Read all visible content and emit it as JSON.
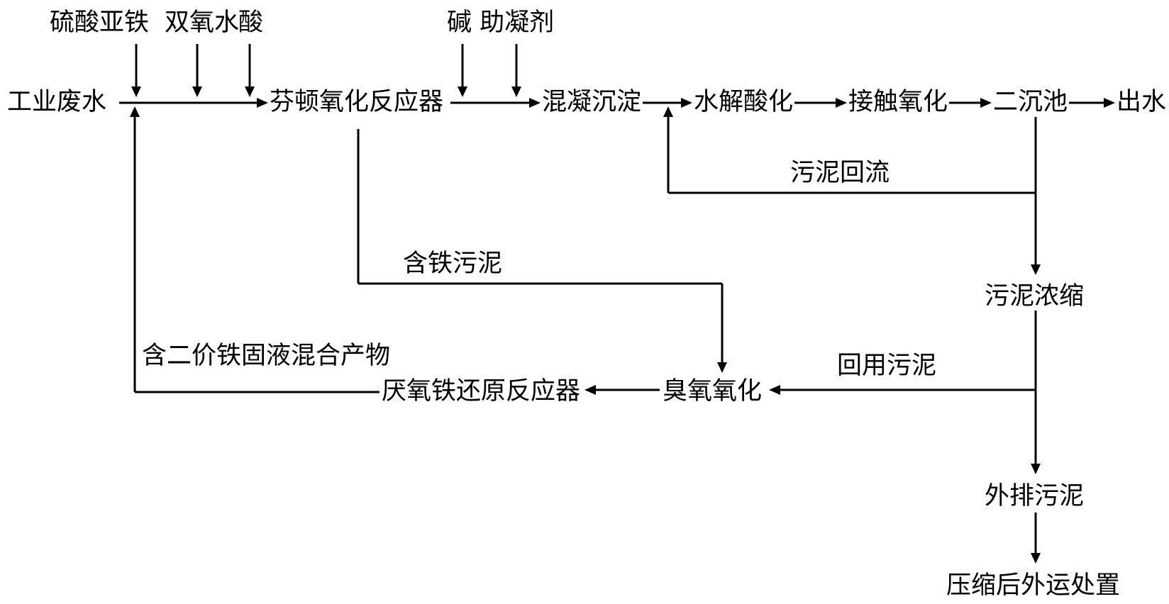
{
  "labels": {
    "input_ferrous_sulfate": "硫酸亚铁",
    "input_hydrogen_peroxide": "双氧水",
    "input_acid": "酸",
    "industrial_wastewater": "工业废水",
    "fenton_reactor": "芬顿氧化反应器",
    "alkali_coagulant": "碱 助凝剂",
    "coagulation_sedimentation": "混凝沉淀",
    "hydrolysis_acidification": "水解酸化",
    "contact_oxidation": "接触氧化",
    "secondary_clarifier": "二沉池",
    "effluent": "出水",
    "sludge_return": "污泥回流",
    "iron_sludge": "含铁污泥",
    "sludge_thickening": "污泥浓缩",
    "ferrous_mixture": "含二价铁固液混合产物",
    "reused_sludge": "回用污泥",
    "anaerobic_iron_reactor": "厌氧铁还原反应器",
    "ozone_oxidation": "臭氧氧化",
    "discharged_sludge": "外排污泥",
    "compress_dispose": "压缩后外运处置"
  }
}
